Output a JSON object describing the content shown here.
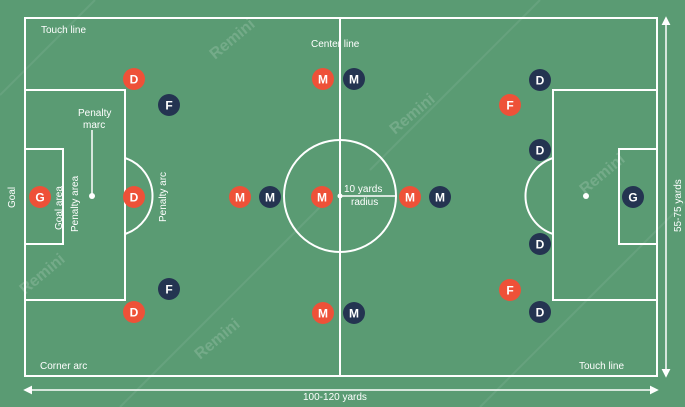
{
  "labels": {
    "touch_line_top": "Touch line",
    "center_line": "Center line",
    "penalty_marc_1": "Penalty",
    "penalty_marc_2": "marc",
    "goal": "Goal",
    "goal_area": "Goal area",
    "penalty_area": "Penalty area",
    "penalty_arc": "Penalty arc",
    "radius_1": "10 yards",
    "radius_2": "radius",
    "corner_arc": "Corner arc",
    "touch_line_bottom": "Touch line",
    "width": "55-75 yards",
    "length": "100-120 yards"
  },
  "watermark": "Remini",
  "colors": {
    "pitch": "#5a9b73",
    "team_a": "#ee5138",
    "team_b": "#243451",
    "lines": "#ffffff"
  },
  "players": [
    {
      "letter": "D",
      "team": "a"
    },
    {
      "letter": "F",
      "team": "b"
    },
    {
      "letter": "G",
      "team": "a"
    },
    {
      "letter": "D",
      "team": "a"
    },
    {
      "letter": "F",
      "team": "b"
    },
    {
      "letter": "D",
      "team": "a"
    },
    {
      "letter": "M",
      "team": "a"
    },
    {
      "letter": "M",
      "team": "b"
    },
    {
      "letter": "M",
      "team": "a"
    },
    {
      "letter": "M",
      "team": "b"
    },
    {
      "letter": "M",
      "team": "a"
    },
    {
      "letter": "M",
      "team": "a"
    },
    {
      "letter": "M",
      "team": "b"
    },
    {
      "letter": "M",
      "team": "a"
    },
    {
      "letter": "M",
      "team": "b"
    },
    {
      "letter": "D",
      "team": "b"
    },
    {
      "letter": "F",
      "team": "a"
    },
    {
      "letter": "D",
      "team": "b"
    },
    {
      "letter": "G",
      "team": "b"
    },
    {
      "letter": "D",
      "team": "b"
    },
    {
      "letter": "F",
      "team": "a"
    },
    {
      "letter": "D",
      "team": "b"
    }
  ]
}
